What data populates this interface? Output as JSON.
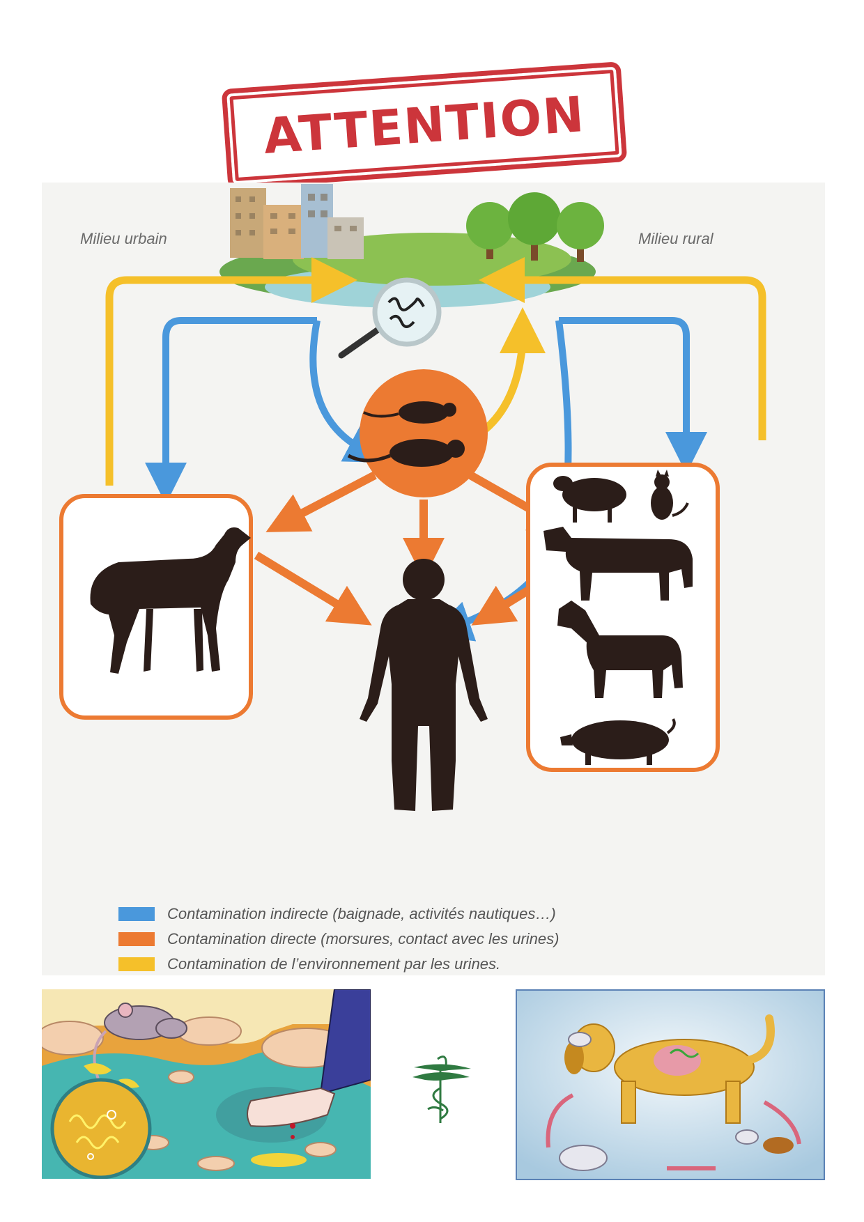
{
  "stamp": {
    "text": "ATTENTION",
    "color": "#c8242b"
  },
  "diagram": {
    "urban_label": "Milieu urbain",
    "rural_label": "Milieu rural",
    "legend": [
      {
        "color": "#4a98dc",
        "text": "Contamination indirecte (baignade, activités nautiques…)"
      },
      {
        "color": "#ec7a32",
        "text": "Contamination directe (morsures, contact avec les urines)"
      },
      {
        "color": "#f5c02a",
        "text": "Contamination de l’environnement par les urines."
      }
    ],
    "colors": {
      "indirect": "#4a98dc",
      "direct": "#ec7a32",
      "environment": "#f5c02a",
      "silhouette": "#2b1d19"
    },
    "icons": {
      "urban": "city-buildings-icon",
      "rural": "trees-icon",
      "water": "magnifier-bacteria-icon",
      "reservoir": "rats-icon",
      "left_box": "dog-silhouette-icon",
      "right_box": [
        "sheep-silhouette-icon",
        "cat-silhouette-icon",
        "cow-silhouette-icon",
        "horse-silhouette-icon",
        "pig-silhouette-icon"
      ],
      "target": "human-silhouette-icon"
    }
  },
  "illustrations": {
    "left": "rat-water-foot-wound-illustration",
    "center": "pharmacy-caduceus-logo",
    "right": "dog-rat-cycle-illustration"
  }
}
